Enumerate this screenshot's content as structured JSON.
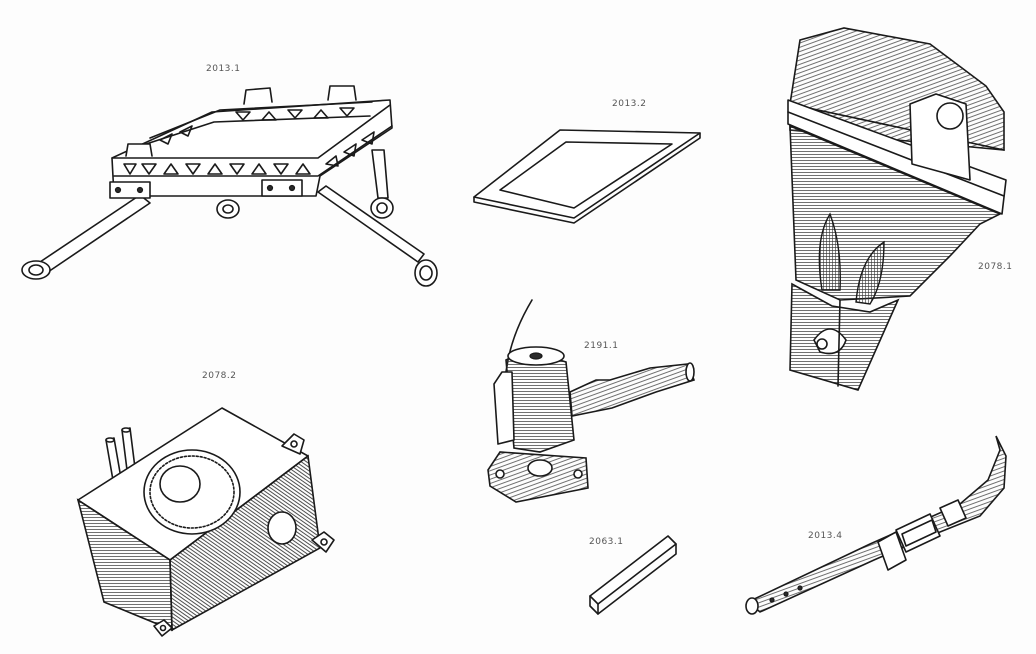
{
  "plate": {
    "labels": {
      "frame": "2013.1",
      "gasket": "2013.2",
      "housing": "2078.1",
      "box": "2078.2",
      "valve": "2191.1",
      "bar": "2063.1",
      "strap": "2013.4"
    }
  }
}
